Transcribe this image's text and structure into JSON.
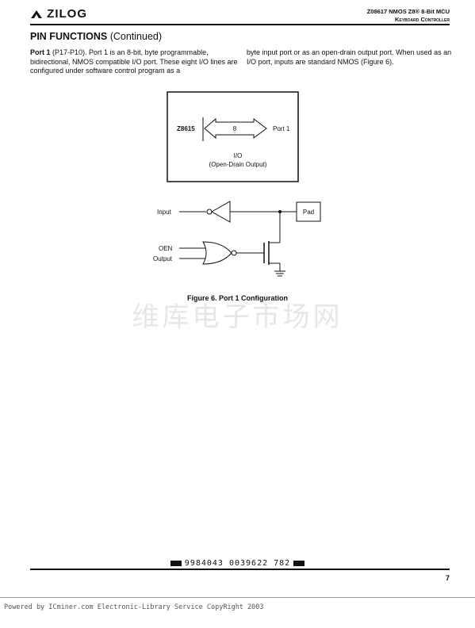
{
  "header": {
    "logo_text": "ZILOG",
    "part": "Z08617 NMOS Z8® 8-Bit MCU",
    "subtitle": "Keyboard Controller"
  },
  "section": {
    "title": "PIN FUNCTIONS",
    "title_suffix": "(Continued)"
  },
  "body": {
    "port_label": "Port 1",
    "col1_text": " (P17-P10). Port 1 is an 8-bit, byte programmable, bidirectional, NMOS compatible I/O port. These eight I/O lines are configured under software control program as a",
    "col2_text": "byte input port or as an open-drain output port. When used as an I/O port, inputs are standard NMOS (Figure 6)."
  },
  "figure": {
    "block_label": "Z8615",
    "bus_width": "8",
    "port_label": "Port 1",
    "io_label": "I/O",
    "io_sub": "(Open-Drain Output)",
    "input_label": "Input",
    "pad_label": "Pad",
    "oen_label": "OEN",
    "output_label": "Output",
    "caption": "Figure 6.  Port 1 Configuration"
  },
  "watermark": "维库电子市场网",
  "footer": {
    "barcode_text": "9984043 0039622 782",
    "page_number": "7",
    "powered_by": "Powered by ICminer.com Electronic-Library Service CopyRight 2003"
  }
}
